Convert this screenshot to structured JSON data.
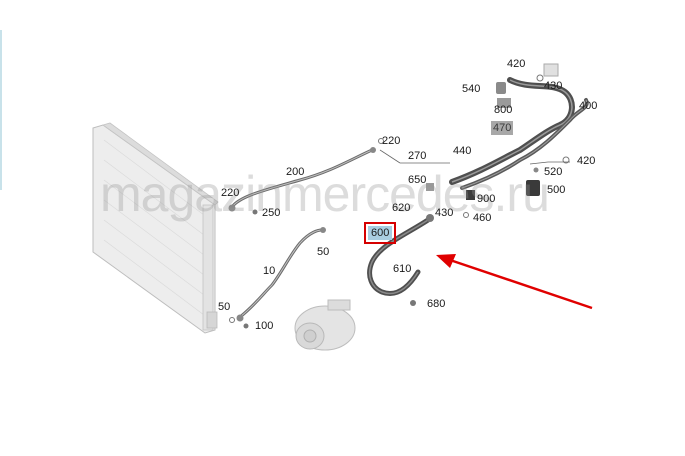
{
  "diagram": {
    "selected_part": "600",
    "watermark": "magazinmercedes.ru",
    "highlight_color": "#a9cde0",
    "selection_frame_color": "#d50000",
    "arrow_color": "#e00000",
    "part_labels": [
      {
        "id": "420a",
        "text": "420"
      },
      {
        "id": "430a",
        "text": "430"
      },
      {
        "id": "540",
        "text": "540"
      },
      {
        "id": "400",
        "text": "400"
      },
      {
        "id": "800",
        "text": "800"
      },
      {
        "id": "470",
        "text": "470"
      },
      {
        "id": "220a",
        "text": "220"
      },
      {
        "id": "440",
        "text": "440"
      },
      {
        "id": "270",
        "text": "270"
      },
      {
        "id": "420b",
        "text": "420"
      },
      {
        "id": "520",
        "text": "520"
      },
      {
        "id": "200",
        "text": "200"
      },
      {
        "id": "650",
        "text": "650"
      },
      {
        "id": "500",
        "text": "500"
      },
      {
        "id": "220b",
        "text": "220"
      },
      {
        "id": "900",
        "text": "900"
      },
      {
        "id": "250",
        "text": "250"
      },
      {
        "id": "620",
        "text": "620"
      },
      {
        "id": "430b",
        "text": "430"
      },
      {
        "id": "460",
        "text": "460"
      },
      {
        "id": "600",
        "text": "600"
      },
      {
        "id": "50a",
        "text": "50"
      },
      {
        "id": "10",
        "text": "10"
      },
      {
        "id": "610",
        "text": "610"
      },
      {
        "id": "680",
        "text": "680"
      },
      {
        "id": "50b",
        "text": "50"
      },
      {
        "id": "100",
        "text": "100"
      }
    ]
  }
}
